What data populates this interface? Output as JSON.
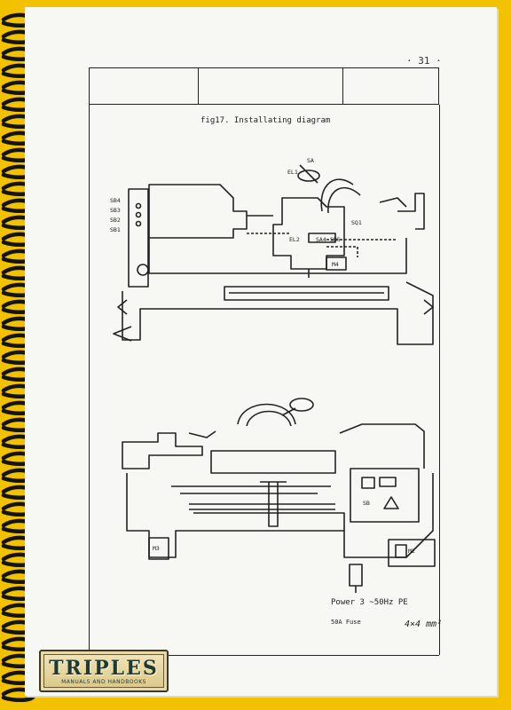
{
  "page": {
    "number": "· 31 ·",
    "caption": "fig17. Installating diagram"
  },
  "labels": {
    "sb4": "SB4",
    "sb3": "SB3",
    "sb2": "SB2",
    "sb1": "SB1",
    "el1": "EL1",
    "sa": "SA",
    "sq1": "SQ1",
    "el2": "EL2",
    "sa4": "SA4",
    "sb5": "SB5",
    "m4": "M4",
    "sb": "SB",
    "m3": "M3",
    "m2": "M2"
  },
  "notes": {
    "power": "Power 3 ~50Hz   PE",
    "fuse": "50A Fuse",
    "wire": "4×4 mm²"
  },
  "logo": {
    "name": "TRIPLES",
    "tagline": "MANUALS AND HANDBOOKS"
  }
}
